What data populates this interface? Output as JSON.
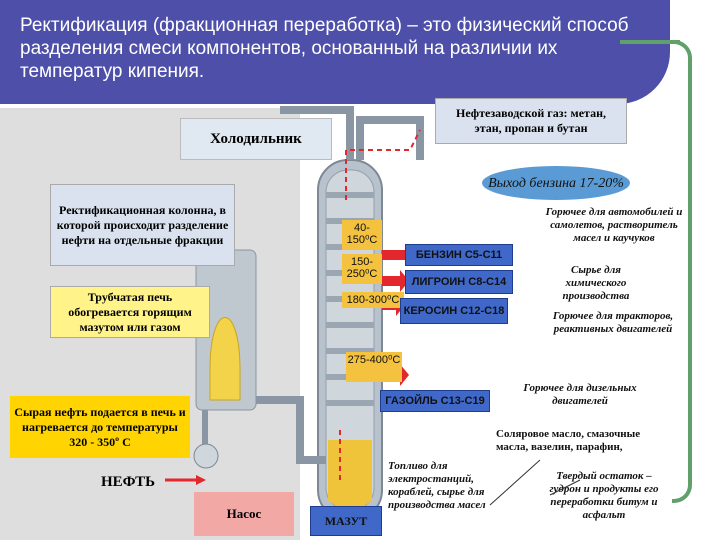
{
  "header": {
    "text": "Ректификация (фракционная переработка) – это физический способ разделения смеси компонентов, основанный на различии их температур кипения."
  },
  "labels": {
    "cooler": "Холодильник",
    "gas": "Нефтезаводской газ: метан, этан, пропан и бутан",
    "column": "Ректификационная колонна, в которой происходит разделение нефти на отдельные фракции",
    "furnace": "Трубчатая печь обогревается горящим мазутом или газом",
    "crude": "Сырая нефть подается в печь и нагревается до температуры 320 - 350º С",
    "oil": "НЕФТЬ",
    "pump": "Насос",
    "mazut": "МАЗУТ",
    "gasoline_yield": "Выход бензина 17-20%"
  },
  "temps": [
    "40-150⁰С",
    "150-250⁰С",
    "180-300⁰С",
    "275-400⁰С"
  ],
  "products": {
    "benzin": "БЕНЗИН С5-С11",
    "ligroin": "ЛИГРОИН С8-С14",
    "kerosin": "КЕРОСИН С12-С18",
    "gazoil": "ГАЗОЙЛЬ С13-С19"
  },
  "uses": {
    "benzin": "Горючее для автомобилей и самолетов, растворитель масел и каучуков",
    "ligroin": "Сырье для химического производства",
    "kerosin": "Горючее для тракторов, реактивных двигателей",
    "gazoil": "Горючее для дизельных двигателей",
    "solar": "Соляровое масло, смазочные масла, вазелин, парафин,",
    "fuel": "Топливо для электростанций, кораблей, сырье для производства масел",
    "residue": "Твердый остаток – гудрон и продукты его переработки битум и асфальт"
  },
  "colors": {
    "header": "#4d4fa8",
    "frame": "#5fa06b",
    "temp": "#f4c23f",
    "product": "#3f68c9",
    "arrow": "#e3282d"
  }
}
